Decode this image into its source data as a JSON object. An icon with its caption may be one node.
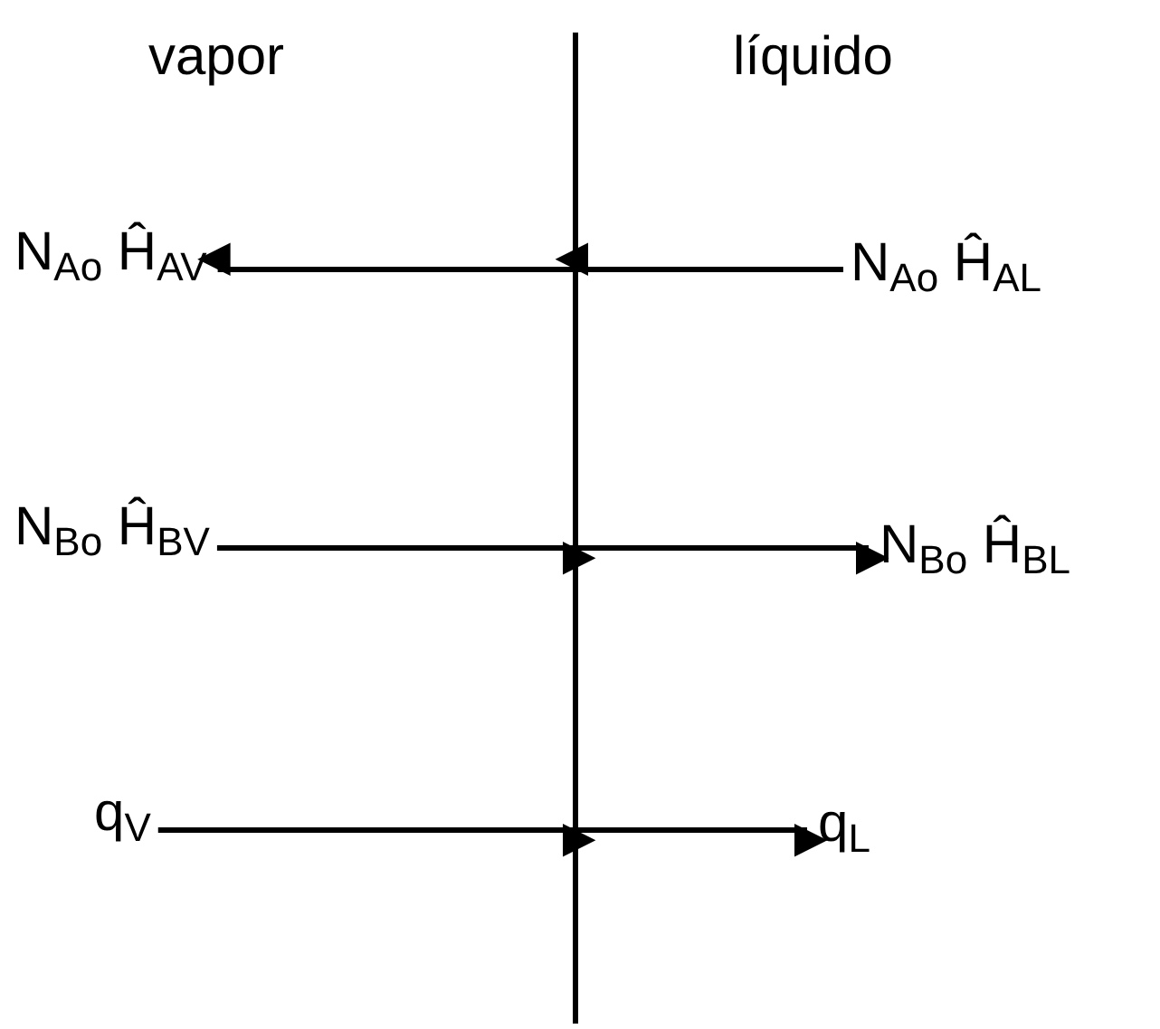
{
  "diagram": {
    "nodes": [
      {
        "text": [
          "N$_{Ao}$ Ĥ$_{AV}$"
        ]
      },
      {
        "text": [
          "N$_{Ao}$ Ĥ$_{AL}$"
        ]
      },
      {
        "text": [
          "N$_{Bo}$ Ĥ$_{BV}$"
        ]
      },
      {
        "text": [
          "N$_{Bo}$ Ĥ$_{BL}$"
        ]
      },
      {
        "text": [
          "q$_{V}$"
        ]
      },
      {
        "text": [
          "q$_{L}$"
        ]
      }
    ],
    "edges": [
      {
        "from": 1,
        "to": 0,
        "arrow": "to"
      },
      {
        "from": 2,
        "to": 3,
        "arrow": "to"
      },
      {
        "from": 4,
        "to": 5,
        "arrow": "to"
      }
    ],
    "labels": [
      "vapor",
      "líquido"
    ]
  }
}
